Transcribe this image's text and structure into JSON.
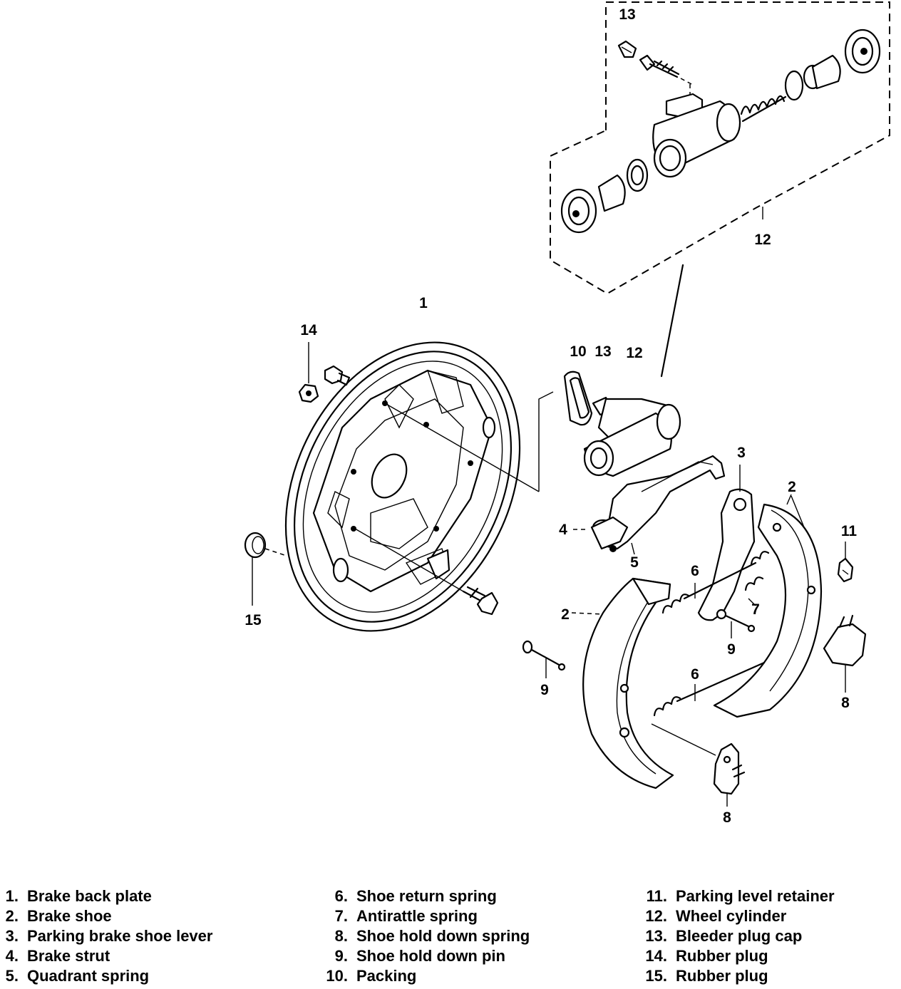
{
  "callouts": {
    "c1": "1",
    "c2a": "2",
    "c2b": "2",
    "c3": "3",
    "c4": "4",
    "c5": "5",
    "c6a": "6",
    "c6b": "6",
    "c7": "7",
    "c8a": "8",
    "c8b": "8",
    "c9a": "9",
    "c9b": "9",
    "c10": "10",
    "c11": "11",
    "c12a": "12",
    "c12b": "12",
    "c13a": "13",
    "c13b": "13",
    "c14": "14",
    "c15": "15"
  },
  "legend": [
    {
      "num": "1.",
      "label": "Brake back plate"
    },
    {
      "num": "2.",
      "label": "Brake shoe"
    },
    {
      "num": "3.",
      "label": "Parking brake shoe lever"
    },
    {
      "num": "4.",
      "label": "Brake strut"
    },
    {
      "num": "5.",
      "label": "Quadrant spring"
    },
    {
      "num": "6.",
      "label": "Shoe return spring"
    },
    {
      "num": "7.",
      "label": "Antirattle spring"
    },
    {
      "num": "8.",
      "label": "Shoe hold down spring"
    },
    {
      "num": "9.",
      "label": "Shoe hold down pin"
    },
    {
      "num": "10.",
      "label": "Packing"
    },
    {
      "num": "11.",
      "label": "Parking level retainer"
    },
    {
      "num": "12.",
      "label": "Wheel cylinder"
    },
    {
      "num": "13.",
      "label": "Bleeder plug cap"
    },
    {
      "num": "14.",
      "label": "Rubber plug"
    },
    {
      "num": "15.",
      "label": "Rubber plug"
    }
  ]
}
